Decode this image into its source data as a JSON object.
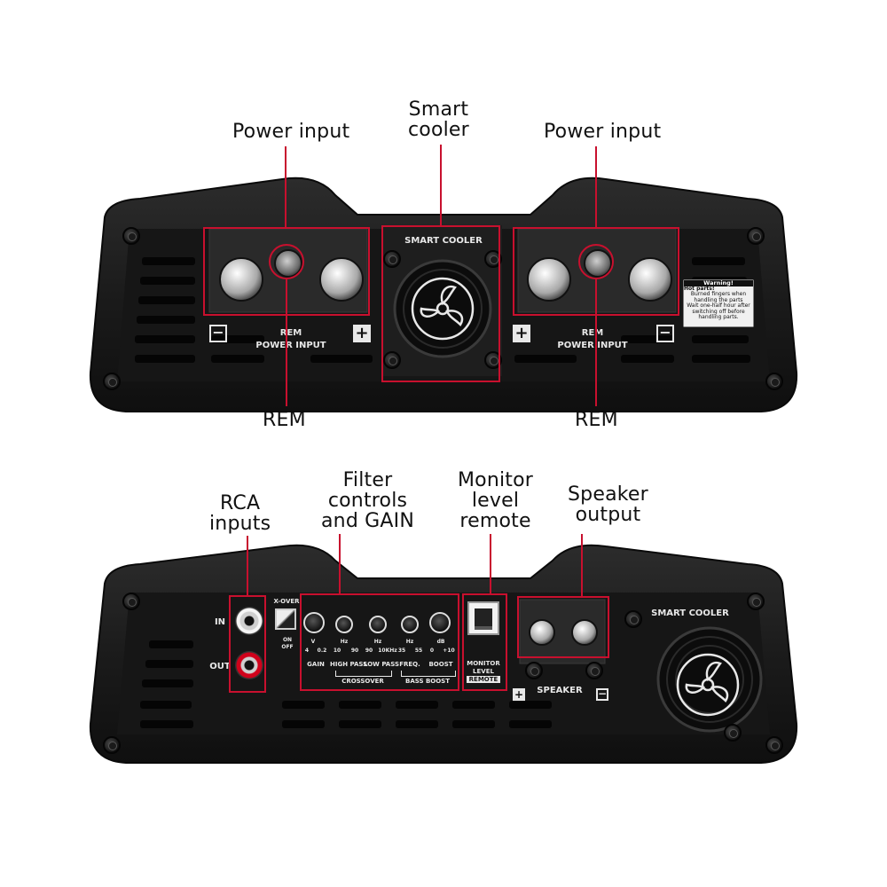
{
  "top_view": {
    "callouts": {
      "power_input_left": "Power input",
      "smart_cooler": [
        "Smart",
        "cooler"
      ],
      "power_input_right": "Power input",
      "rem_left": "REM",
      "rem_right": "REM"
    },
    "panel": {
      "fan_label": "SMART COOLER",
      "rem_label": "REM",
      "power_input_label": "POWER INPUT",
      "warning_title": "Warning!",
      "warning_subtitle": "Hot parts!",
      "warning_text": [
        "Burned fingers when",
        "handling the parts",
        "Wait one-half hour after",
        "switching off before",
        "handling parts."
      ]
    }
  },
  "bottom_view": {
    "callouts": {
      "rca_inputs": [
        "RCA",
        "inputs"
      ],
      "filter_controls": [
        "Filter",
        "controls",
        "and GAIN"
      ],
      "monitor_level": [
        "Monitor",
        "level",
        "remote"
      ],
      "speaker_output": [
        "Speaker",
        "output"
      ]
    },
    "panel": {
      "in_label": "IN",
      "out_label": "OUT",
      "xover_label": "X-OVER",
      "on_label": "ON",
      "off_label": "OFF",
      "knob_scales": [
        "4",
        "V",
        "0.2",
        "10",
        "Hz",
        "90",
        "90",
        "Hz",
        "10KHz",
        "35",
        "Hz",
        "55",
        "0",
        "dB",
        "+10"
      ],
      "gain_label": "GAIN",
      "high_pass_label": "HIGH PASS",
      "low_pass_label": "LOW PASS",
      "freq_label": "FREQ.",
      "boost_label": "BOOST",
      "crossover_label": "CROSSOVER",
      "bass_boost_label": "BASS BOOST",
      "monitor_label": "MONITOR",
      "level_label": "LEVEL",
      "remote_label": "REMOTE",
      "fan_label": "SMART COOLER",
      "speaker_label": "SPEAKER"
    }
  },
  "colors": {
    "accent_red": "#c8102e",
    "chassis": "#1c1c1c",
    "panel_text": "#e8e8e8"
  }
}
